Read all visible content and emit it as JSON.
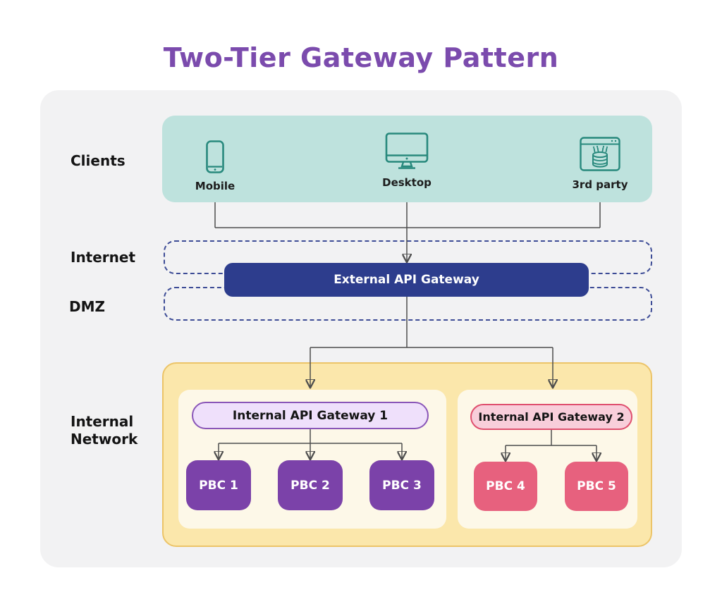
{
  "title": "Two-Tier Gateway Pattern",
  "rows": {
    "clients": "Clients",
    "internet": "Internet",
    "dmz": "DMZ",
    "internal_line1": "Internal",
    "internal_line2": "Network"
  },
  "clients": {
    "items": [
      {
        "label": "Mobile",
        "icon": "smartphone-icon"
      },
      {
        "label": "Desktop",
        "icon": "desktop-monitor-icon"
      },
      {
        "label": "3rd party",
        "icon": "third-party-api-icon"
      }
    ]
  },
  "gateway": {
    "external_label": "External API Gateway"
  },
  "internal": {
    "group1": {
      "gateway_label": "Internal API Gateway 1",
      "pbcs": [
        "PBC 1",
        "PBC 2",
        "PBC 3"
      ]
    },
    "group2": {
      "gateway_label": "Internal API Gateway 2",
      "pbcs": [
        "PBC 4",
        "PBC 5"
      ]
    }
  },
  "colors": {
    "title_purple": "#7b4bad",
    "panel_gray": "#f2f2f3",
    "clients_teal_bg": "#bee2dd",
    "client_icon_teal": "#28897d",
    "dashed_border_navy": "#3d4c96",
    "external_gateway_navy": "#2d3d8d",
    "internal_zone_yellow": "#fbe7ab",
    "internal_zone_border": "#ecc468",
    "subnet_cream": "#fdf8e8",
    "gateway1_fill": "#efe0fb",
    "gateway1_border": "#8a56b8",
    "pbc_purple": "#7b42a9",
    "gateway2_fill": "#f8ceda",
    "gateway2_border": "#df4f6e",
    "pbc_pink": "#e7617e",
    "connector_gray": "#4d4d4d",
    "label_black": "#141414"
  }
}
